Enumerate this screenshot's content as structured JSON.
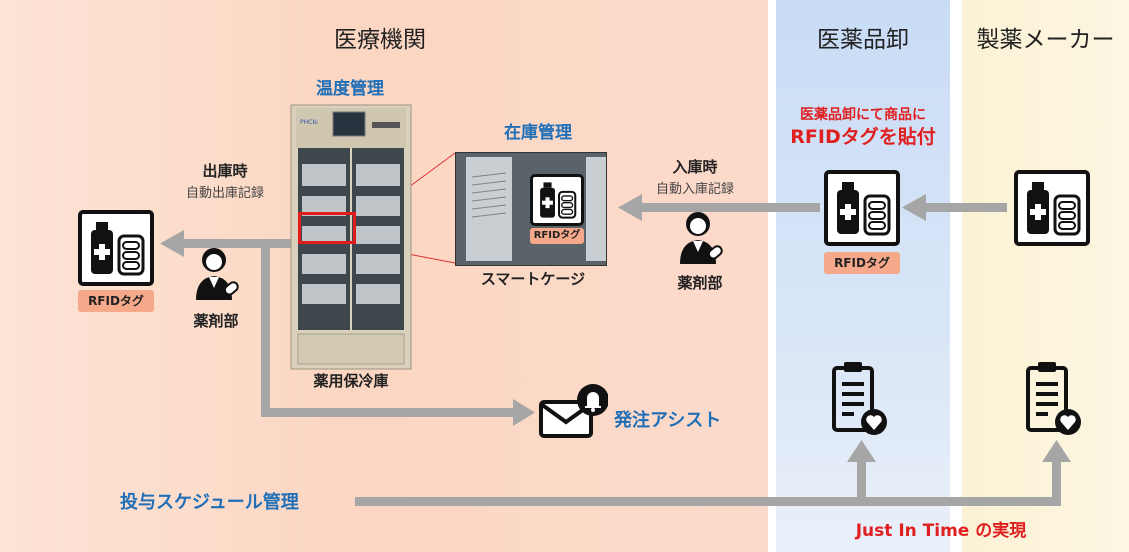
{
  "sections": {
    "medical": "医療機関",
    "wholesale": "医薬品卸",
    "maker": "製薬メーカー"
  },
  "labels": {
    "temperature_control": "温度管理",
    "inventory_control": "在庫管理",
    "shipping_title": "出庫時",
    "shipping_sub": "自動出庫記録",
    "receiving_title": "入庫時",
    "receiving_sub": "自動入庫記録",
    "pharmacy_left": "薬剤部",
    "pharmacy_right": "薬剤部",
    "rfid_left": "RFIDタグ",
    "rfid_zoom": "RFIDタグ",
    "rfid_wholesale": "RFIDタグ",
    "smart_cage": "スマートケージ",
    "refrigerator": "薬用保冷庫",
    "wholesale_note_1": "医薬品卸にて商品に",
    "wholesale_note_2": "RFIDタグを貼付",
    "order_assist": "発注アシスト",
    "schedule": "投与スケジュール管理",
    "jit": "Just In Time の実現",
    "fridge_brand": "PHCbi"
  },
  "colors": {
    "arrow": "#a6a6a6",
    "accent_blue": "#1f6fb8",
    "accent_red": "#e02020",
    "tag_bg": "#f6a98a"
  },
  "icons": [
    "medicine-box-icon",
    "pharmacist-icon",
    "mail-bell-icon",
    "clipboard-heart-icon",
    "refrigerator-icon"
  ]
}
